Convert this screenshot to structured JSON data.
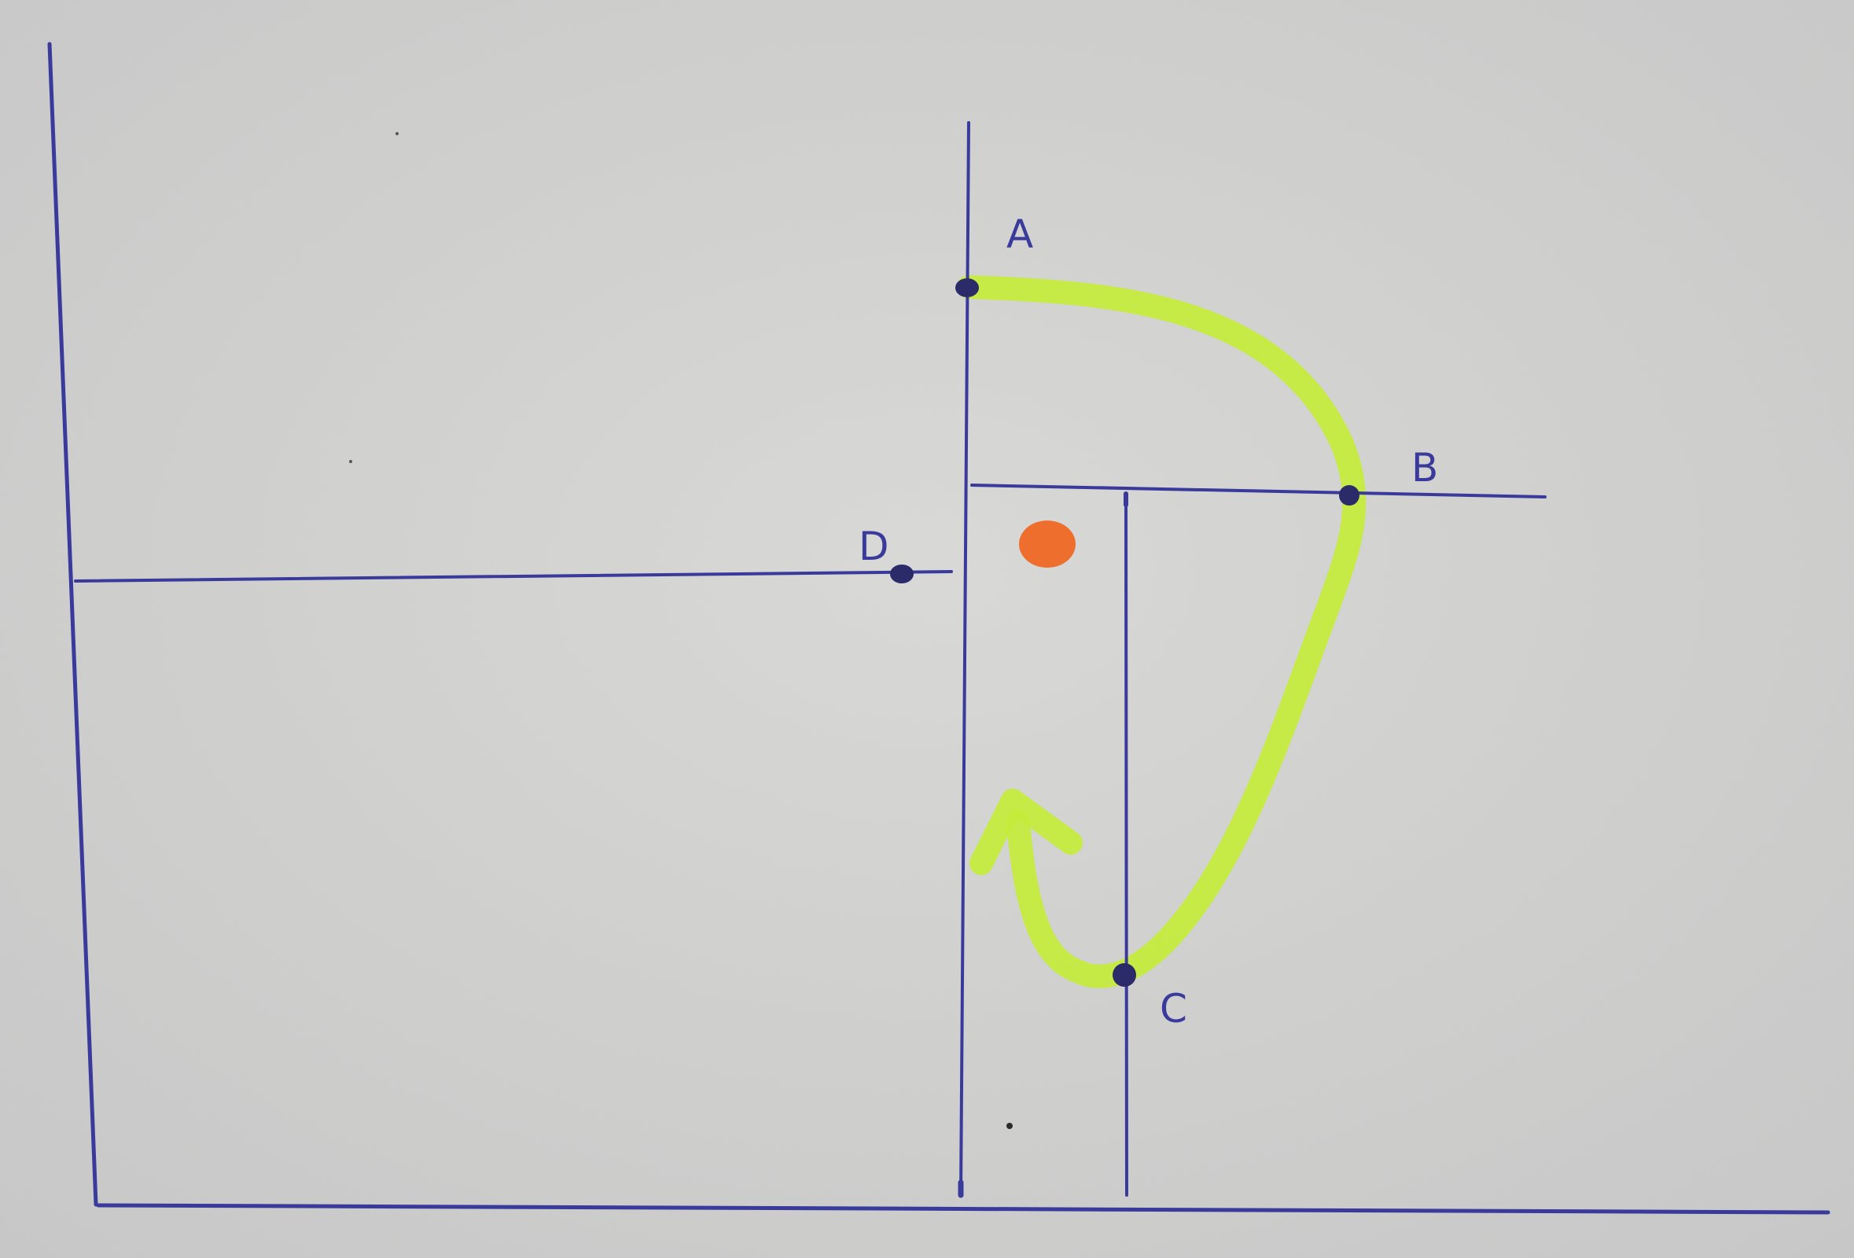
{
  "labels": {
    "A": "A",
    "B": "B",
    "C": "C",
    "D": "D"
  },
  "colors": {
    "paper": "#cfd0cf",
    "ink": "#3a3a9c",
    "point": "#2b2b6a",
    "highlighter": "#c4ec3a",
    "orange_dot": "#ee6f2d"
  }
}
